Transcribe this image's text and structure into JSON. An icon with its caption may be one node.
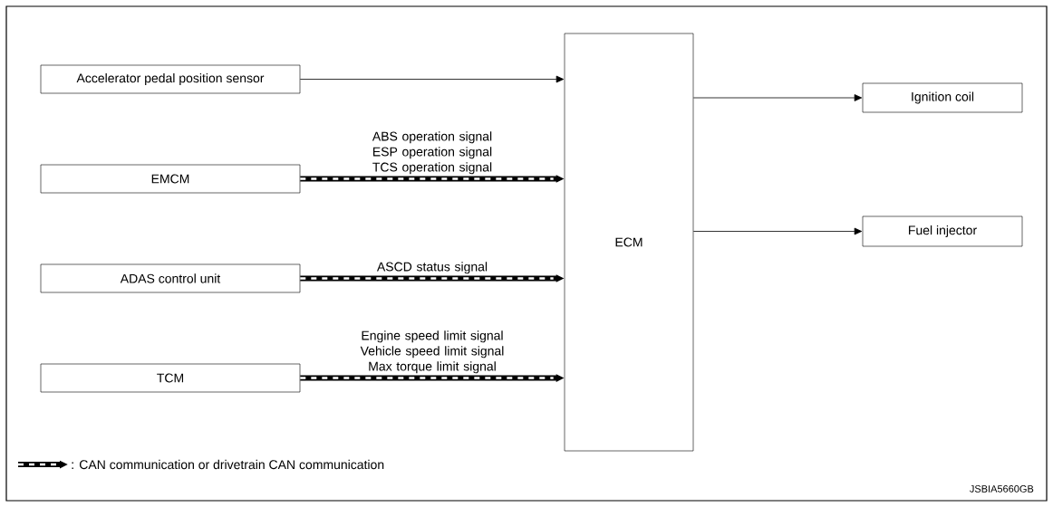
{
  "diagram": {
    "nodes": [
      {
        "text": [
          "Accelerator pedal position sensor"
        ]
      },
      {
        "text": [
          "EMCM"
        ]
      },
      {
        "text": [
          "ADAS control unit"
        ]
      },
      {
        "text": [
          "TCM"
        ]
      },
      {
        "text": [
          "ECM"
        ]
      },
      {
        "text": [
          "Ignition coil"
        ]
      },
      {
        "text": [
          "Fuel injector"
        ]
      }
    ],
    "edges": [
      {
        "from": 0,
        "to": 4,
        "arrow": "to"
      },
      {
        "from": 1,
        "to": 4,
        "arrow": "to",
        "style": "thick",
        "label": "ABS operation signal ESP operation signal TCS operation signal"
      },
      {
        "from": 2,
        "to": 4,
        "arrow": "to",
        "style": "thick",
        "label": "ASCD status signal"
      },
      {
        "from": 3,
        "to": 4,
        "arrow": "to",
        "style": "thick",
        "label": "Engine speed limit signal Vehicle speed limit signal Max torque limit signal"
      },
      {
        "from": 4,
        "to": 5,
        "arrow": "to"
      },
      {
        "from": 4,
        "to": 6,
        "arrow": "to"
      }
    ],
    "labels": [
      "JSBIA5660GB"
    ],
    "legend": [
      {
        "text": ": CAN communication or drivetrain CAN communication"
      }
    ]
  }
}
